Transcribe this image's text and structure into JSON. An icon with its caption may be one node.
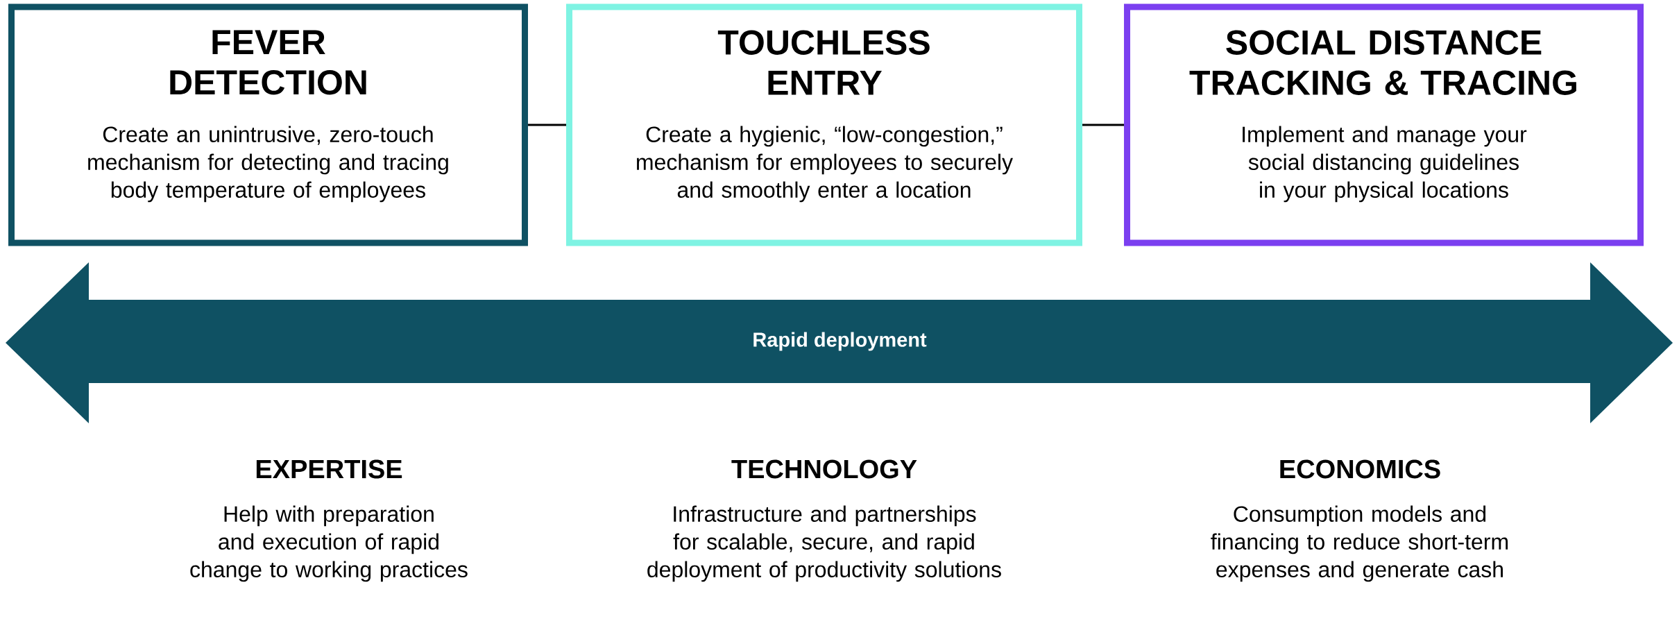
{
  "diagram": {
    "nodes": [
      {
        "text": [
          "FEVER DETECTION",
          "Create an unintrusive, zero-touch mechanism for detecting and tracing body temperature of employees"
        ]
      },
      {
        "text": [
          "TOUCHLESS ENTRY",
          "Create a hygienic, “low-congestion,” mechanism for employees to securely and smoothly enter a location"
        ]
      },
      {
        "text": [
          "SOCIAL DISTANCE TRACKING & TRACING",
          "Implement and manage your social distancing guidelines in your physical locations"
        ]
      },
      {
        "text": [
          "Rapid deployment"
        ]
      }
    ],
    "edges": [
      {
        "from": 0,
        "to": 1,
        "arrow": "none"
      },
      {
        "from": 1,
        "to": 2,
        "arrow": "none"
      }
    ],
    "labels": [
      "EXPERTISE",
      "TECHNOLOGY",
      "ECONOMICS",
      "Help with preparation and execution of rapid change to working practices",
      "Infrastructure and partnerships for scalable, secure, and rapid deployment of productivity solutions",
      "Consumption models and financing to reduce short-term expenses and generate cash"
    ]
  }
}
